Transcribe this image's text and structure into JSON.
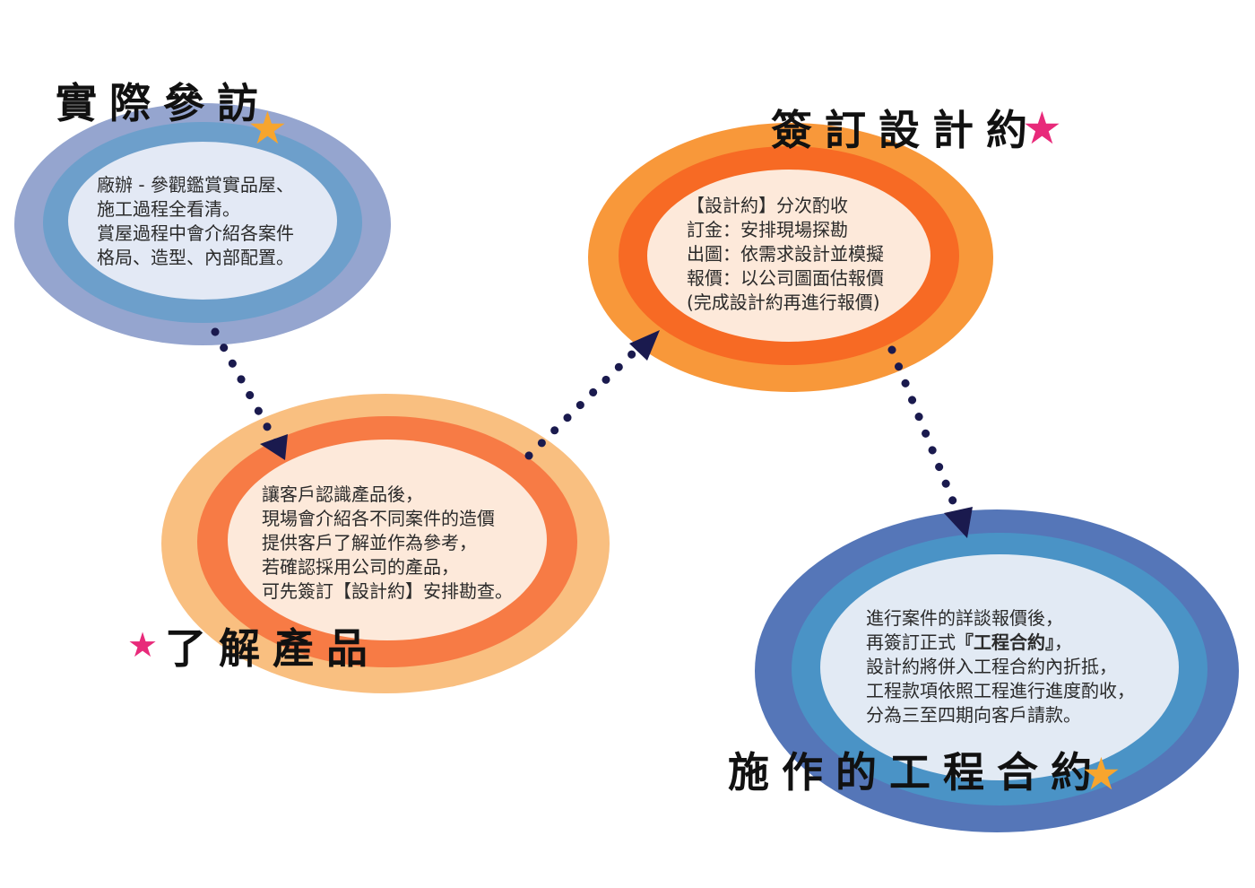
{
  "colors": {
    "visit_outer": "#95a5cf",
    "visit_mid": "#6d9fcb",
    "visit_inner": "#e3e9f5",
    "product_outer": "#f9bf80",
    "product_mid": "#f77b45",
    "product_inner": "#fde9da",
    "design_outer": "#f8983a",
    "design_mid": "#f76a24",
    "design_inner": "#fde9da",
    "contract_outer": "#5576b8",
    "contract_mid": "#4a93c6",
    "contract_inner": "#e2eaf4",
    "connector": "#1a1a4e",
    "star_orange": "#f7a52e",
    "star_pink": "#e82a7a"
  },
  "steps": [
    {
      "id": "visit",
      "title": "實際參訪",
      "star": "orange",
      "lines": [
        "廠辦 - 參觀鑑賞實品屋、",
        "施工過程全看清。",
        "賞屋過程中會介紹各案件",
        "格局、造型、內部配置。"
      ]
    },
    {
      "id": "product",
      "title": "了解產品",
      "star": "pink",
      "lines": [
        "讓客戶認識產品後，",
        "現場會介紹各不同案件的造價",
        "提供客戶了解並作為參考，",
        "若確認採用公司的產品，",
        "可先簽訂【設計約】安排勘查。"
      ]
    },
    {
      "id": "design",
      "title": "簽訂設計約",
      "star": "pink",
      "lines": [
        "【設計約】分次酌收",
        "訂金：安排現場探勘",
        "出圖：依需求設計並模擬",
        "報價：以公司圖面估報價",
        "(完成設計約再進行報價)"
      ]
    },
    {
      "id": "contract",
      "title": "施作的工程合約",
      "star": "orange",
      "lines": [
        "進行案件的詳談報價後，",
        "再簽訂正式『工程合約』，",
        "設計約將併入工程合約內折抵，",
        "工程款項依照工程進行進度酌收，",
        "分為三至四期向客戶請款。"
      ]
    }
  ]
}
